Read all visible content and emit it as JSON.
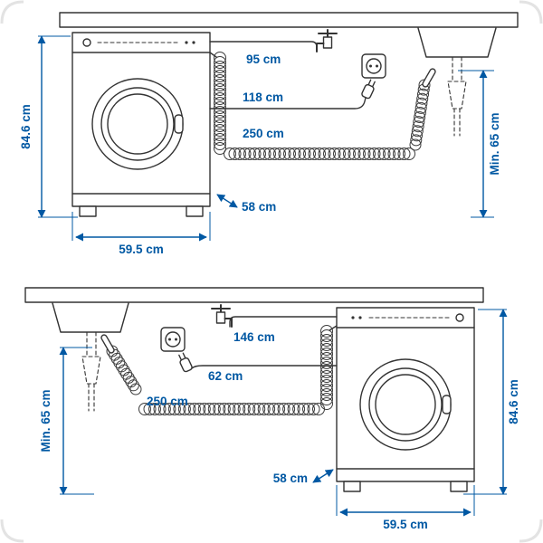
{
  "image_style": {
    "accent_color": "#0058a3",
    "line_color": "#333333",
    "background": "#ffffff"
  },
  "icons": {
    "faucet": "water-tap",
    "outlet": "power-socket",
    "plug": "power-plug",
    "sink": "sink-with-drain-trap",
    "hose": "coiled-drain-hose"
  },
  "top_diagram": {
    "height_label": "84.6 cm",
    "width_label": "59.5 cm",
    "depth_label": "58 cm",
    "water_hose_label": "95 cm",
    "power_cable_label": "118 cm",
    "drain_hose_label": "250 cm",
    "min_drain_height_label": "Min. 65 cm"
  },
  "bottom_diagram": {
    "height_label": "84.6 cm",
    "width_label": "59.5 cm",
    "depth_label": "58 cm",
    "water_hose_label": "146 cm",
    "power_cable_label": "62 cm",
    "drain_hose_label": "250 cm",
    "min_drain_height_label": "Min. 65 cm"
  }
}
